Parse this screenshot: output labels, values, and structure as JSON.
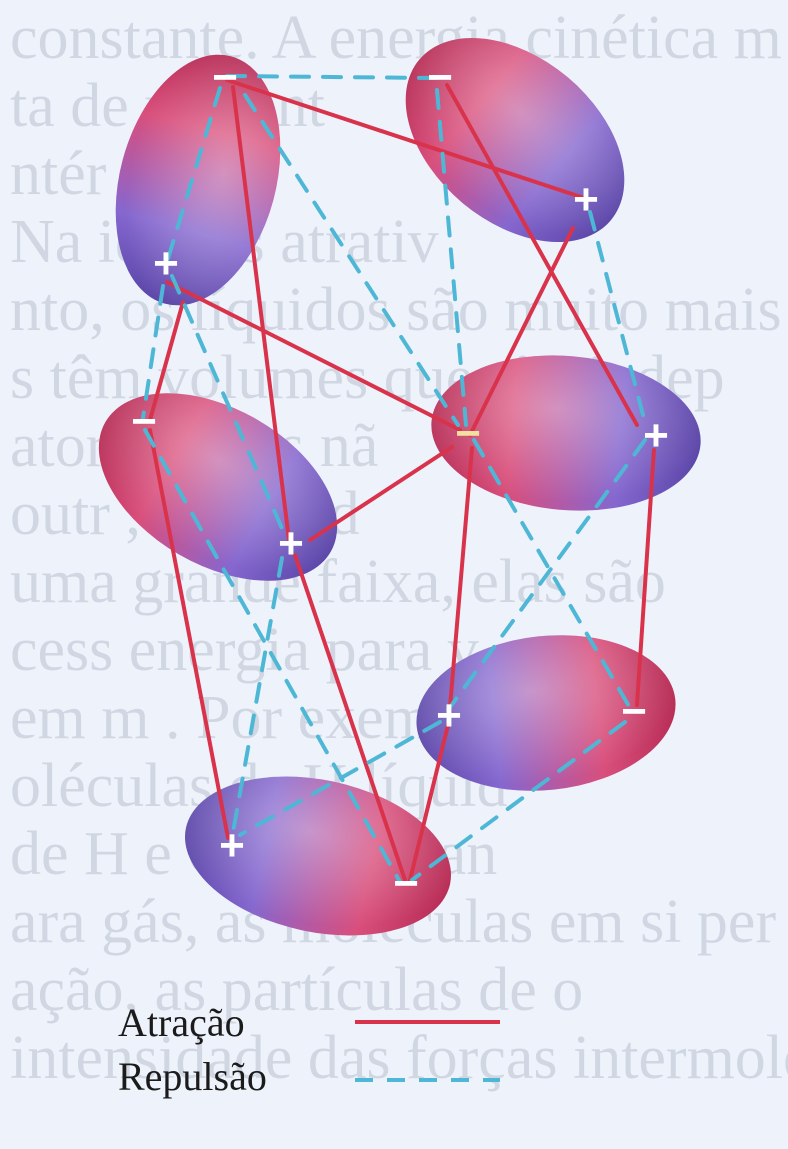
{
  "diagram": {
    "background_text": [
      "constante. A energia cinética m",
      "ta de                 rtes ent",
      "ntér",
      "Na       ides as        atrativ",
      "nto, os líquidos são muito mais",
      "s têm volumes que são indep",
      "ator       ivas e         s nã",
      "outr       , os          s pod",
      "uma grande faixa, elas são",
      "cess          energia para v",
      "em m        . Por exemplo, ne",
      "oléculas de H      líquid",
      "de H e Cl é        . Portan",
      "ara gás, as moléculas em si per",
      "ação,             as partículas de o",
      "intensidade das forças intermole"
    ],
    "molecule_colors": {
      "positive": "#7a5fc4",
      "negative": "#d0386a"
    },
    "charges": [
      "−",
      "−",
      "+",
      "+",
      "−",
      "−",
      "+",
      "+",
      "+",
      "−",
      "+",
      "−"
    ],
    "attraction_color": "#d9334c",
    "repulsion_color": "#4fb7d6"
  },
  "legend": {
    "attraction_label": "Atração",
    "repulsion_label": "Repulsão"
  }
}
